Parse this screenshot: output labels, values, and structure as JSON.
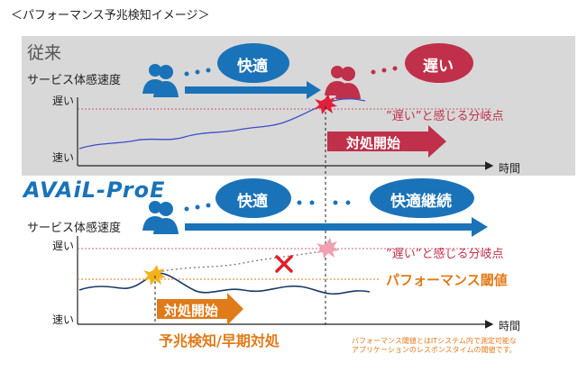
{
  "page_title": "＜パフォーマンス予兆検知イメージ＞",
  "top": {
    "label": "従来",
    "axis_title": "サービス体感速度",
    "tick_slow": "遅い",
    "tick_fast": "速い",
    "x_label": "時間",
    "bubble_comfortable": "快適",
    "bubble_slow": "遅い",
    "annotation": "”遅い”と感じる分岐点",
    "action_arrow": "対処開始"
  },
  "bottom": {
    "brand": "AVAiL-ProE",
    "axis_title": "サービス体感速度",
    "tick_slow": "遅い",
    "tick_fast": "速い",
    "x_label": "時間",
    "bubble_comfortable": "快適",
    "bubble_continued": "快適継続",
    "annotation": "”遅い”と感じる分岐点",
    "threshold_label": "パフォーマンス閾値",
    "action_arrow": "対処開始",
    "caption": "予兆検知/早期対処",
    "note_line1": "パフォーマンス閾値とはITシステム内で測定可能な",
    "note_line2": "アプリケーションのレスポンスタイムの閾値です。"
  },
  "colors": {
    "blue": "#1a73b8",
    "red": "#c0304a",
    "orange": "#e07b1a",
    "panel": "#d8d8d8"
  }
}
